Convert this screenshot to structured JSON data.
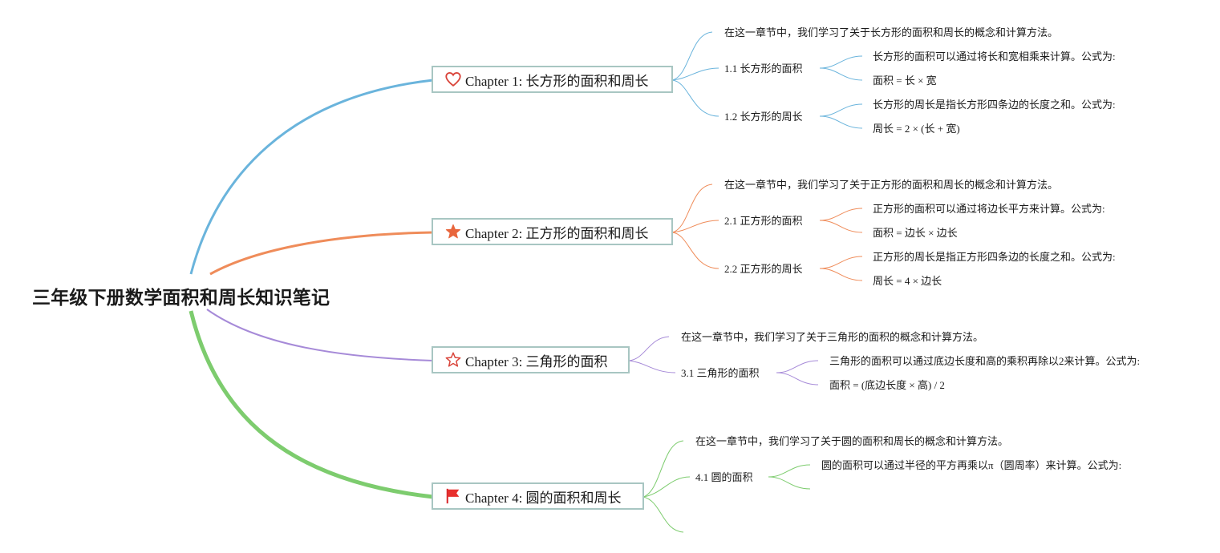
{
  "root": {
    "title": "三年级下册数学面积和周长知识笔记"
  },
  "chapters": [
    {
      "label": "Chapter 1: 长方形的面积和周长",
      "icon": "heart-icon",
      "color": "#6ab4dc",
      "intro": "在这一章节中，我们学习了关于长方形的面积和周长的概念和计算方法。",
      "sections": [
        {
          "label": "1.1 长方形的面积",
          "lines": [
            "长方形的面积可以通过将长和宽相乘来计算。公式为:",
            "面积 = 长 × 宽"
          ]
        },
        {
          "label": "1.2 长方形的周长",
          "lines": [
            "长方形的周长是指长方形四条边的长度之和。公式为:",
            "周长 = 2 × (长 + 宽)"
          ]
        }
      ]
    },
    {
      "label": "Chapter 2: 正方形的面积和周长",
      "icon": "filled-star-icon",
      "color": "#ef8c5a",
      "intro": "在这一章节中，我们学习了关于正方形的面积和周长的概念和计算方法。",
      "sections": [
        {
          "label": "2.1 正方形的面积",
          "lines": [
            "正方形的面积可以通过将边长平方来计算。公式为:",
            "面积 = 边长 × 边长"
          ]
        },
        {
          "label": "2.2 正方形的周长",
          "lines": [
            "正方形的周长是指正方形四条边的长度之和。公式为:",
            "周长 = 4 × 边长"
          ]
        }
      ]
    },
    {
      "label": "Chapter 3: 三角形的面积",
      "icon": "outline-star-icon",
      "color": "#a68ad8",
      "intro": "在这一章节中，我们学习了关于三角形的面积的概念和计算方法。",
      "sections": [
        {
          "label": "3.1 三角形的面积",
          "lines": [
            "三角形的面积可以通过底边长度和高的乘积再除以2来计算。公式为:",
            "面积 = (底边长度 × 高) / 2"
          ]
        }
      ]
    },
    {
      "label": "Chapter 4: 圆的面积和周长",
      "icon": "red-flag-icon",
      "color": "#7dcc6e",
      "intro": "在这一章节中，我们学习了关于圆的面积和周长的概念和计算方法。",
      "sections": [
        {
          "label": "4.1 圆的面积",
          "lines": [
            "圆的面积可以通过半径的平方再乘以π（圆周率）来计算。公式为:",
            ""
          ]
        },
        {
          "label": "",
          "lines": []
        }
      ]
    }
  ]
}
